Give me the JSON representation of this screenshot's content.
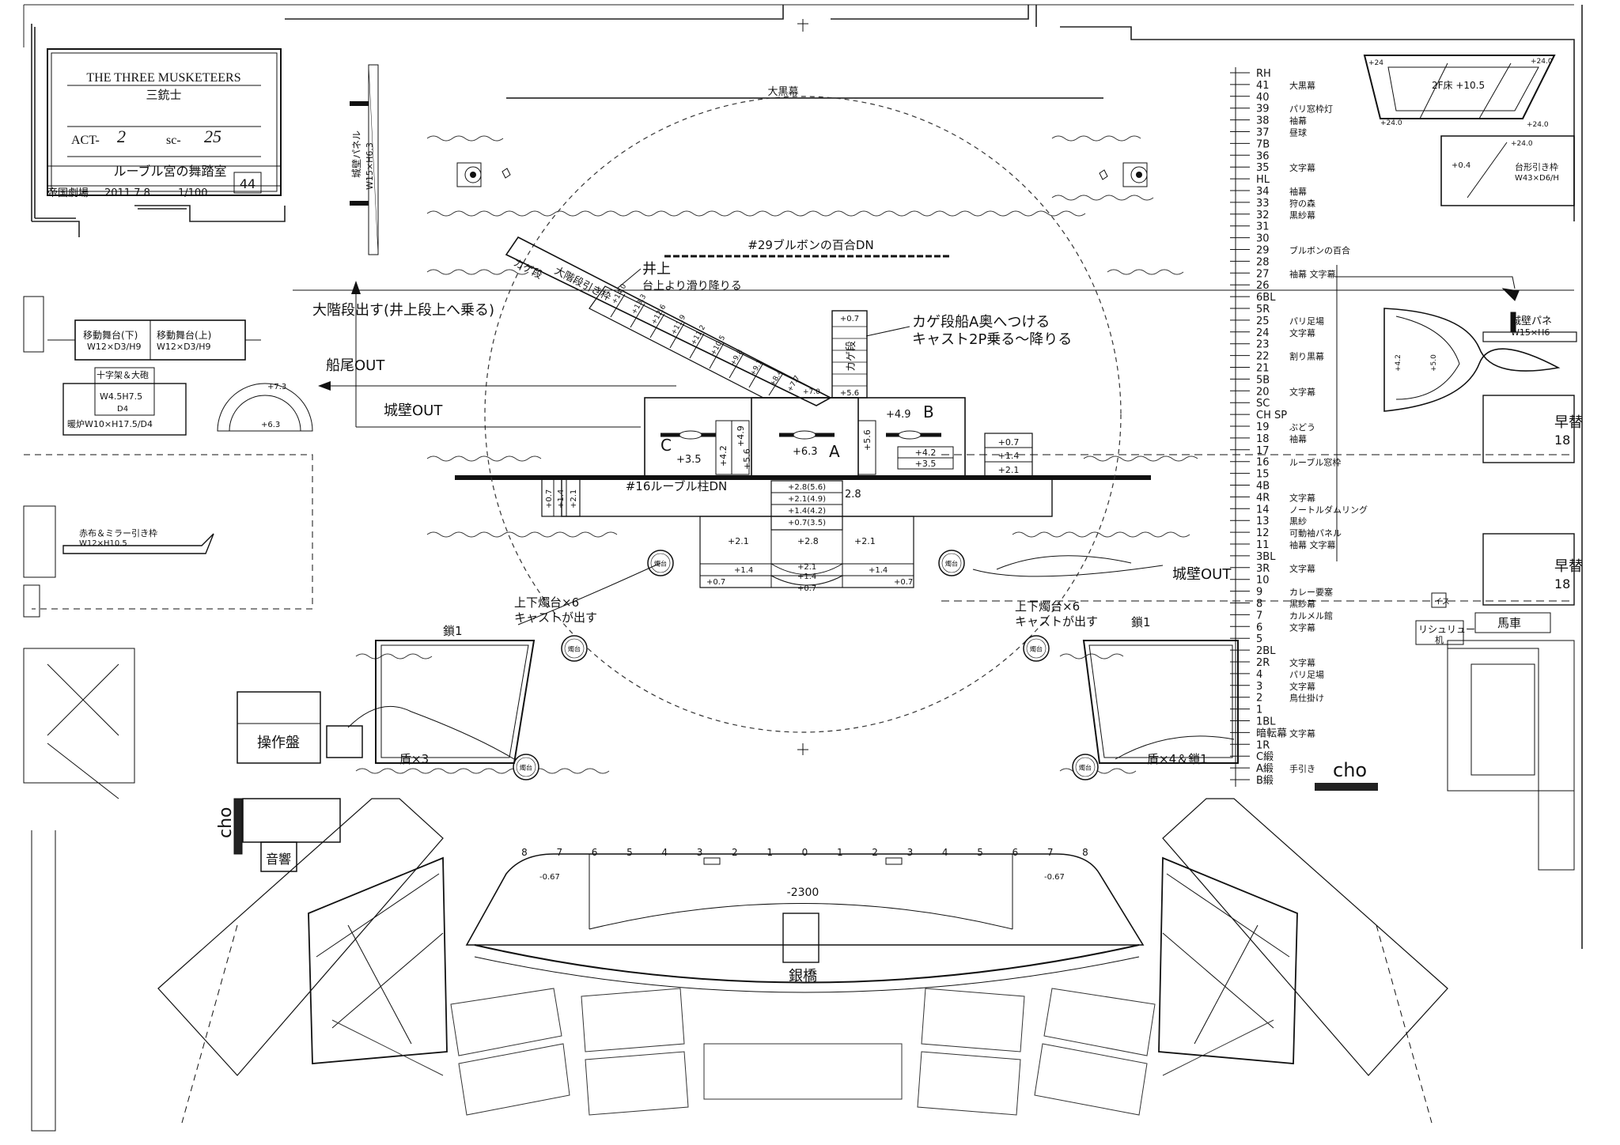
{
  "titleblock": {
    "production": "THE THREE MUSKETEERS",
    "production_jp": "三銃士",
    "act_label": "ACT-",
    "act": "2",
    "scene_label": "sc-",
    "scene": "25",
    "scene_name": "ルーブル宮の舞踏室",
    "theatre": "帝国劇場",
    "date": "2011.7.8",
    "scale": "1/100",
    "sheet": "44"
  },
  "drops": {
    "kuromaku": "大黒幕",
    "lily": "#29ブルボンの百合DN",
    "louvre_pillar": "#16ルーブル柱DN"
  },
  "labels": {
    "wall_panel_left": "城壁パネル",
    "wall_panel_left_size": "W15×H6.3",
    "kage_stairs": "カゲ段",
    "grand_stairs": "大階段引き枠",
    "inoue_1": "井上",
    "inoue_2": "台上より滑り降りる",
    "stairs_out": "大階段出す(井上段上へ乗る)",
    "ship_out": "船尾OUT",
    "wall_out": "城壁OUT",
    "kage_note_1": "カゲ段船A奥へつける",
    "kage_note_2": "キャスト2P乗る～降りる",
    "kage_box": "カゲ段",
    "wall_out_right": "城壁OUT",
    "candles_left_1": "上下燭台×6",
    "candles_left_2": "キャストが出す",
    "candles_right_1": "上下燭台×6",
    "candles_right_2": "キャストが出す",
    "chain_left": "鎖1",
    "chain_right": "鎖1",
    "shields_left": "盾×3",
    "shields_right": "盾×4＆鎖1",
    "console": "操作盤",
    "sound": "音響",
    "cho_left": "cho",
    "cho_right": "cho",
    "bridge": "銀橋",
    "pit_depth": "-2300",
    "pit_left": "-0.67",
    "pit_right": "-0.67",
    "candle_glyph": "燭台",
    "wagon_label": "移動舞台(下)",
    "wagon_size": "W12×D3/H9",
    "wagon2_label": "移動舞台(上)",
    "wagon2_size": "W12×D3/H9",
    "cross_label": "十字架＆大砲",
    "cross_size": "W4.5H7.5",
    "cross_d": "D4",
    "fireplace": "暖炉W10×H17.5/D4",
    "boat_label": "赤布＆ミラー引き枠",
    "boat_size": "W12×H10.5",
    "arch_height": "+7.3",
    "arch_base": "+6.3",
    "floor2f": "2F床 +10.5",
    "plus24a": "+24",
    "plus24b": "+24.0",
    "plus24c": "+24.0",
    "plus24d": "+24.0",
    "plus24e": "+24.0",
    "plus04": "+0.4",
    "trapezoid_label": "台形引き枠",
    "trapezoid_size": "W43×D6/H",
    "wall_panel_right": "城壁パネ",
    "wall_panel_right_size": "W15×H6",
    "boat_right_a": "+4.2",
    "boat_right_b": "+5.0",
    "hayagawari_1": "早替",
    "hayagawari_1n": "18",
    "hayagawari_2": "早替",
    "hayagawari_2n": "18",
    "isu": "イス",
    "richelieu": "リシュリュー",
    "richelieu_2": "机",
    "carriage": "馬車"
  },
  "platforms": {
    "A": "A",
    "B": "B",
    "C": "C",
    "A_h": "+6.3",
    "B_h": "+4.9",
    "C_h": "+3.5",
    "c_side1": "+4.2",
    "c_side2": "+4.9",
    "c_side3": "+5.6",
    "b_side": "+5.6",
    "b_step1": "+4.2",
    "b_step2": "+3.5",
    "tower_top": "+0.7",
    "tower_bot": "+5.6",
    "right_steps": [
      "+0.7",
      "+1.4",
      "+2.1"
    ],
    "left_steps": [
      "+0.7",
      "+1.4",
      "+2.1"
    ],
    "center_steps": [
      "+2.8(5.6)",
      "+2.1(4.9)",
      "+1.4(4.2)",
      "+0.7(3.5)"
    ],
    "center_side": "2.8",
    "front_left": "+2.1",
    "front_center": "+2.8",
    "front_right": "+2.1",
    "front_l14": "+1.4",
    "front_c21": "+2.1",
    "front_c14": "+1.4",
    "front_c07": "+0.7",
    "front_l07": "+0.7",
    "front_r14": "+1.4",
    "front_r07": "+0.7",
    "stair_heights": [
      "+14.0",
      "+13.3",
      "+12.6",
      "+11.9",
      "+11.2",
      "+10.5",
      "+9.8",
      "+9.1",
      "+8.4",
      "+7.7",
      "+7.0"
    ]
  },
  "linesets": [
    {
      "no": "RH",
      "name": ""
    },
    {
      "no": "41",
      "name": "大黒幕"
    },
    {
      "no": "40",
      "name": ""
    },
    {
      "no": "39",
      "name": "パリ窓枠灯"
    },
    {
      "no": "38",
      "name": "袖幕"
    },
    {
      "no": "37",
      "name": "昼球"
    },
    {
      "no": "7B",
      "name": ""
    },
    {
      "no": "36",
      "name": ""
    },
    {
      "no": "35",
      "name": "文字幕"
    },
    {
      "no": "HL",
      "name": ""
    },
    {
      "no": "34",
      "name": "袖幕"
    },
    {
      "no": "33",
      "name": "狩の森"
    },
    {
      "no": "32",
      "name": "黒紗幕"
    },
    {
      "no": "31",
      "name": ""
    },
    {
      "no": "30",
      "name": ""
    },
    {
      "no": "29",
      "name": "ブルボンの百合"
    },
    {
      "no": "28",
      "name": ""
    },
    {
      "no": "27",
      "name": "袖幕 文字幕"
    },
    {
      "no": "26",
      "name": ""
    },
    {
      "no": "6BL",
      "name": ""
    },
    {
      "no": "5R",
      "name": ""
    },
    {
      "no": "25",
      "name": "パリ足場"
    },
    {
      "no": "24",
      "name": "文字幕"
    },
    {
      "no": "23",
      "name": ""
    },
    {
      "no": "22",
      "name": "割り黒幕"
    },
    {
      "no": "21",
      "name": ""
    },
    {
      "no": "5B",
      "name": ""
    },
    {
      "no": "20",
      "name": "文字幕"
    },
    {
      "no": "SC",
      "name": ""
    },
    {
      "no": "CH SP",
      "name": ""
    },
    {
      "no": "19",
      "name": "ぶどう"
    },
    {
      "no": "18",
      "name": "袖幕"
    },
    {
      "no": "17",
      "name": ""
    },
    {
      "no": "16",
      "name": "ルーブル窓枠"
    },
    {
      "no": "15",
      "name": ""
    },
    {
      "no": "4B",
      "name": ""
    },
    {
      "no": "4R",
      "name": "文字幕"
    },
    {
      "no": "14",
      "name": "ノートルダムリング"
    },
    {
      "no": "13",
      "name": "黒紗"
    },
    {
      "no": "12",
      "name": "可動袖パネル"
    },
    {
      "no": "11",
      "name": "袖幕 文字幕"
    },
    {
      "no": "3BL",
      "name": ""
    },
    {
      "no": "3R",
      "name": "文字幕"
    },
    {
      "no": "10",
      "name": ""
    },
    {
      "no": "9",
      "name": "カレー要塞"
    },
    {
      "no": "8",
      "name": "黒紗幕"
    },
    {
      "no": "7",
      "name": "カルメル館"
    },
    {
      "no": "6",
      "name": "文字幕"
    },
    {
      "no": "5",
      "name": ""
    },
    {
      "no": "2BL",
      "name": ""
    },
    {
      "no": "2R",
      "name": "文字幕"
    },
    {
      "no": "4",
      "name": "パリ足場"
    },
    {
      "no": "3",
      "name": "文字幕"
    },
    {
      "no": "2",
      "name": "鳥仕掛け"
    },
    {
      "no": "1",
      "name": ""
    },
    {
      "no": "1BL",
      "name": ""
    },
    {
      "no": "暗転幕",
      "name": "文字幕"
    },
    {
      "no": "1R",
      "name": ""
    },
    {
      "no": "C緞",
      "name": ""
    },
    {
      "no": "A緞",
      "name": "手引き"
    },
    {
      "no": "B緞",
      "name": ""
    }
  ],
  "ruler": [
    "8",
    "7",
    "6",
    "5",
    "4",
    "3",
    "2",
    "1",
    "0",
    "1",
    "2",
    "3",
    "4",
    "5",
    "6",
    "7",
    "8"
  ]
}
